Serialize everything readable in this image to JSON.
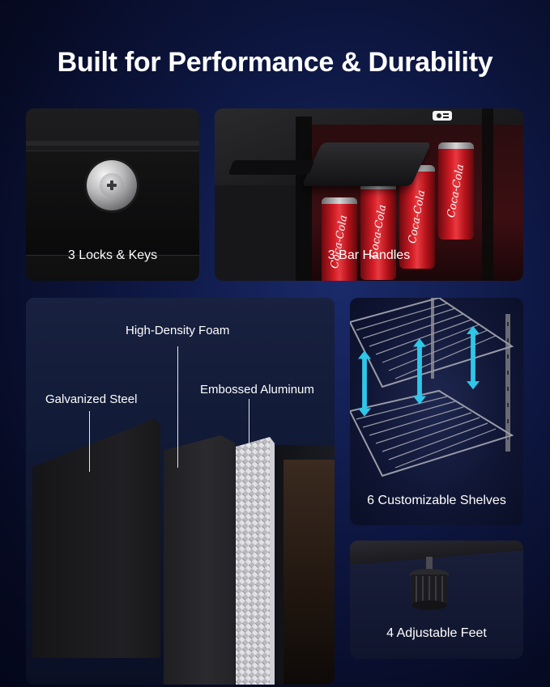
{
  "headline": "Built for Performance & Durability",
  "panels": {
    "locks": {
      "caption": "3 Locks & Keys"
    },
    "handles": {
      "caption": "3 Bar Handles",
      "can_text": "Coca-Cola"
    },
    "layers": {
      "labels": {
        "foam": "High-Density Foam",
        "aluminum": "Embossed Aluminum",
        "steel": "Galvanized Steel"
      }
    },
    "shelves": {
      "caption": "6 Customizable Shelves"
    },
    "feet": {
      "caption": "4 Adjustable Feet"
    }
  },
  "colors": {
    "arrow": "#2fc6e8",
    "can_red": "#d31c25",
    "background": "#0d1640"
  },
  "icons": [
    "lock-icon",
    "up-down-arrow-icon",
    "thermometer-icon",
    "adjustable-foot-icon"
  ]
}
